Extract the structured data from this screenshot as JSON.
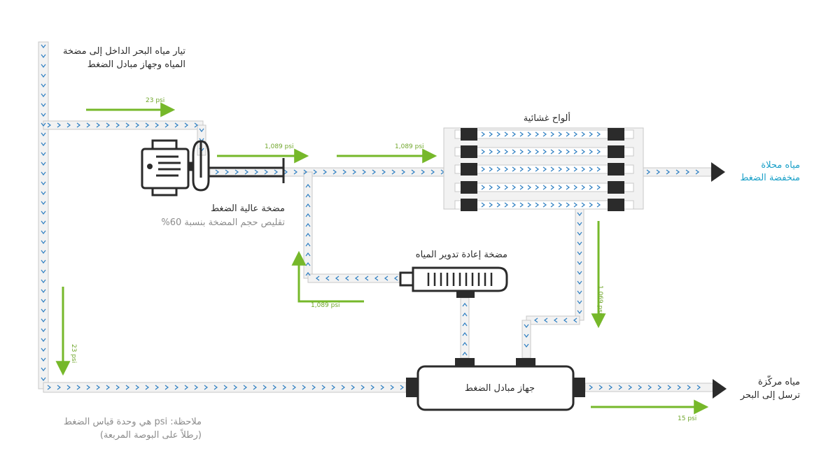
{
  "labels": {
    "intake_line1": "تيار مياه البحر الداخل إلى مضخة",
    "intake_line2": "المياه وجهاز مبادل الضغط",
    "membranes": "ألواح غشائية",
    "high_pump_title": "مضخة عالية الضغط",
    "high_pump_sub": "تقليص حجم المضخة بنسبة 60%",
    "circ_pump": "مضخة إعادة تدوير المياه",
    "exchanger": "جهاز مبادل الضغط",
    "desal_line1": "مياه محلاة",
    "desal_line2": "منخفضة الضغط",
    "brine_line1": "مياه مركّزة",
    "brine_line2": "ترسل إلى البحر",
    "note_line1": "ملاحظة: psi هي وحدة قياس الضغط",
    "note_line2": "(رطلاً على البوصة المربعة)"
  },
  "pressures": {
    "intake_top": "23 psi",
    "pump_out": "1,089 psi",
    "to_membranes": "1,089 psi",
    "circ_out": "1,089 psi",
    "brine_down": "1,069 psi",
    "intake_down": "23 psi",
    "brine_out": "15 psi"
  },
  "colors": {
    "pipe_fill": "#f2f2f2",
    "pipe_outline": "#c8c8c8",
    "flow_arrow": "#2e7fc2",
    "pressure_arrow": "#76b82a",
    "equipment": "#2b2b2b",
    "desalinated_label": "#1aa0c8"
  },
  "icons": [
    "high-pressure-pump-icon",
    "circulation-pump-icon",
    "pressure-exchanger-icon",
    "membrane-module-icon",
    "outlet-arrow-icon"
  ]
}
